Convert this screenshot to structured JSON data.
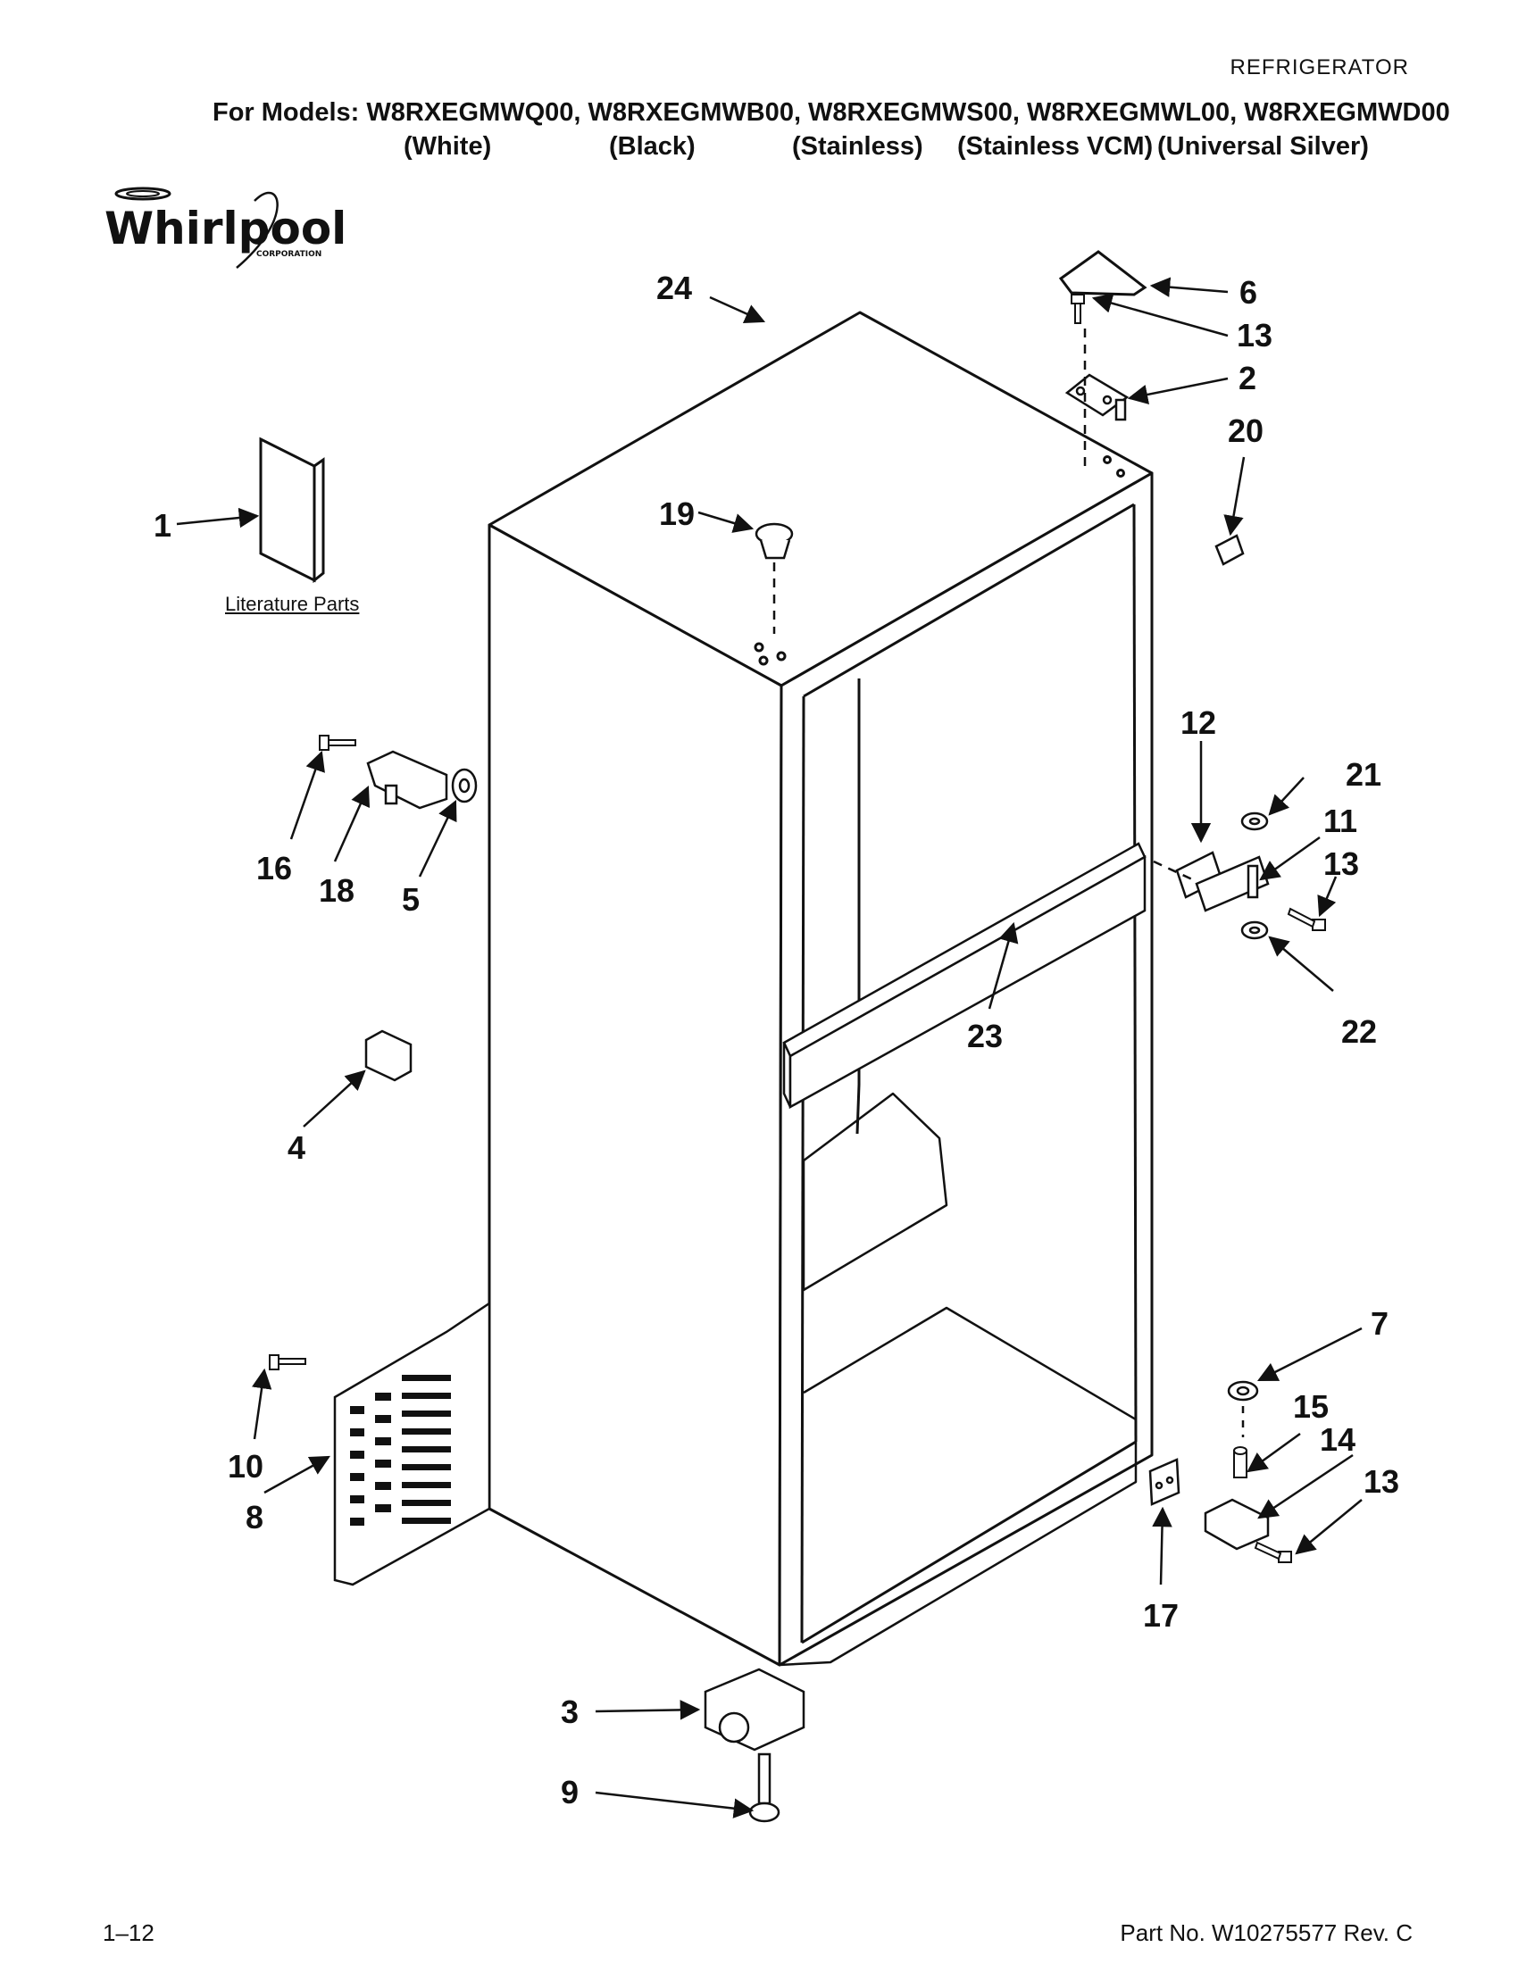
{
  "header": {
    "category": "REFRIGERATOR",
    "models_line": "For Models: W8RXEGMWQ00, W8RXEGMWB00, W8RXEGMWS00, W8RXEGMWL00, W8RXEGMWD00",
    "variants": [
      "(White)",
      "(Black)",
      "(Stainless)",
      "(Stainless VCM)",
      "(Universal Silver)"
    ]
  },
  "logo": {
    "brand": "Whirlpool",
    "sub": "CORPORATION"
  },
  "diagram": {
    "literature_label": "Literature Parts",
    "callouts": [
      "1",
      "2",
      "3",
      "4",
      "5",
      "6",
      "7",
      "8",
      "9",
      "10",
      "11",
      "12",
      "13",
      "13",
      "13",
      "14",
      "15",
      "16",
      "17",
      "18",
      "19",
      "20",
      "21",
      "22",
      "23",
      "24"
    ]
  },
  "footer": {
    "page": "1–12",
    "part_no": "Part No. W10275577 Rev. C"
  }
}
